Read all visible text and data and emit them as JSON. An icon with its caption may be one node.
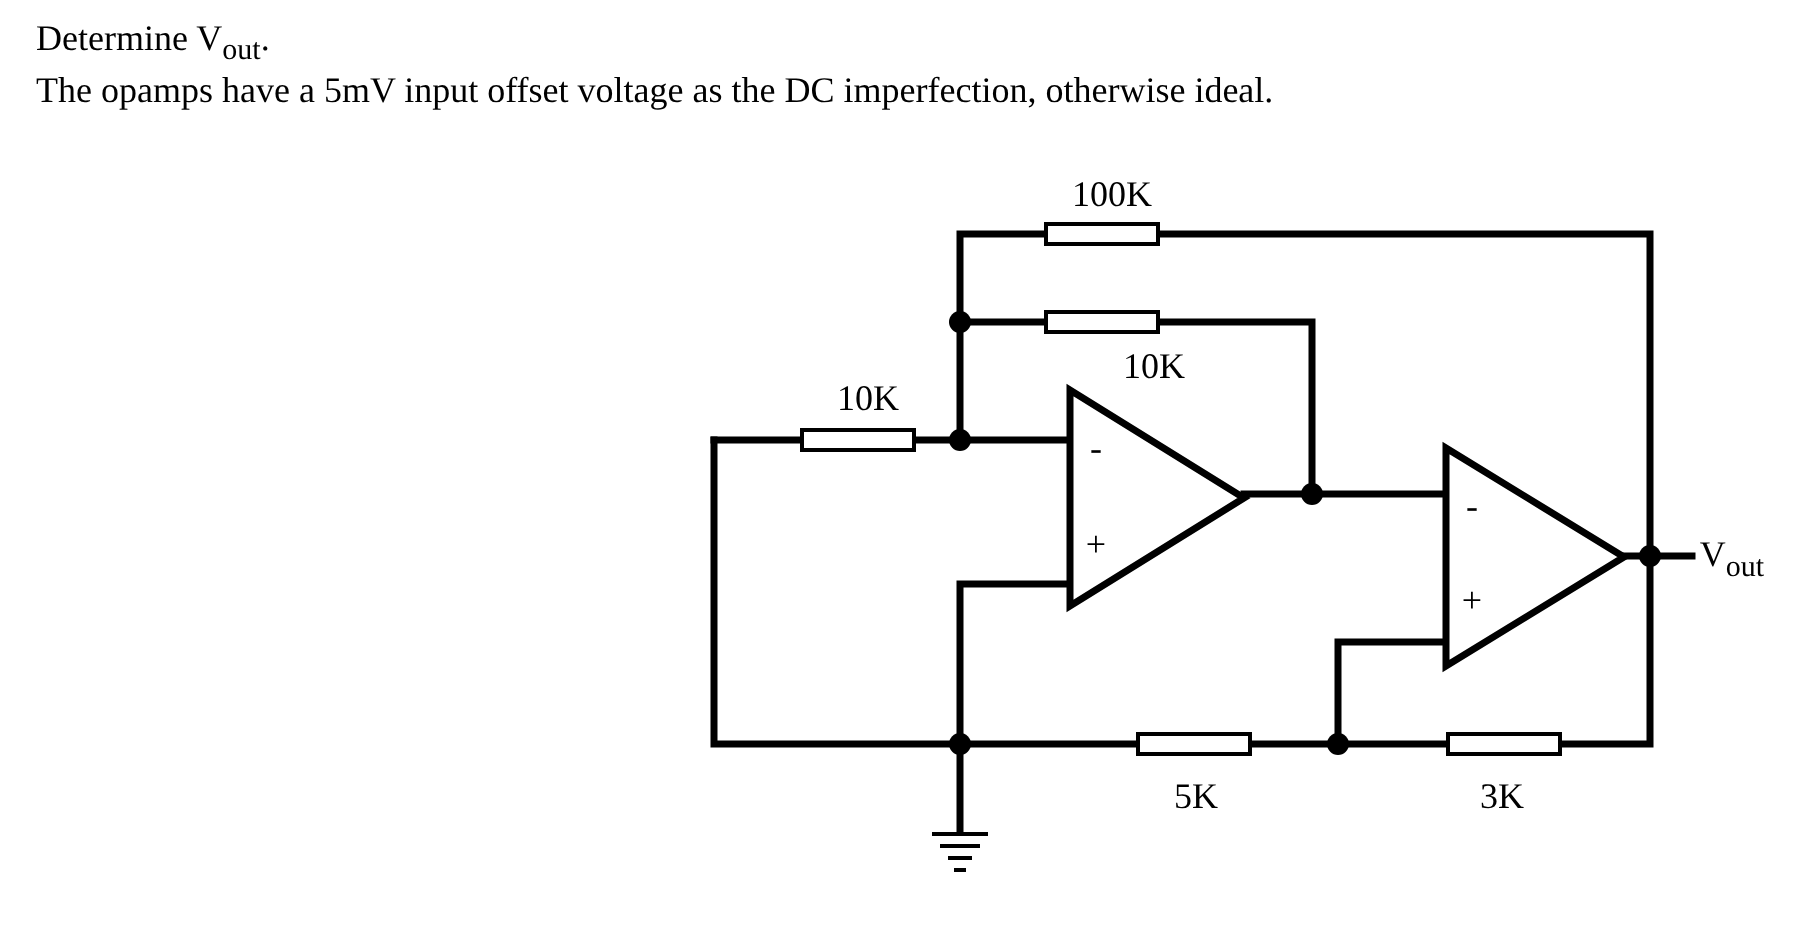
{
  "diagram": {
    "title": "Determine V$_{out}$.",
    "caption": "The opamps have a 5mV input offset voltage as the DC imperfection, otherwise ideal.",
    "labels": [
      "100K",
      "10K",
      "10K",
      "-",
      "+",
      "-",
      "+",
      "V$_{out}$",
      "5K",
      "3K"
    ]
  }
}
